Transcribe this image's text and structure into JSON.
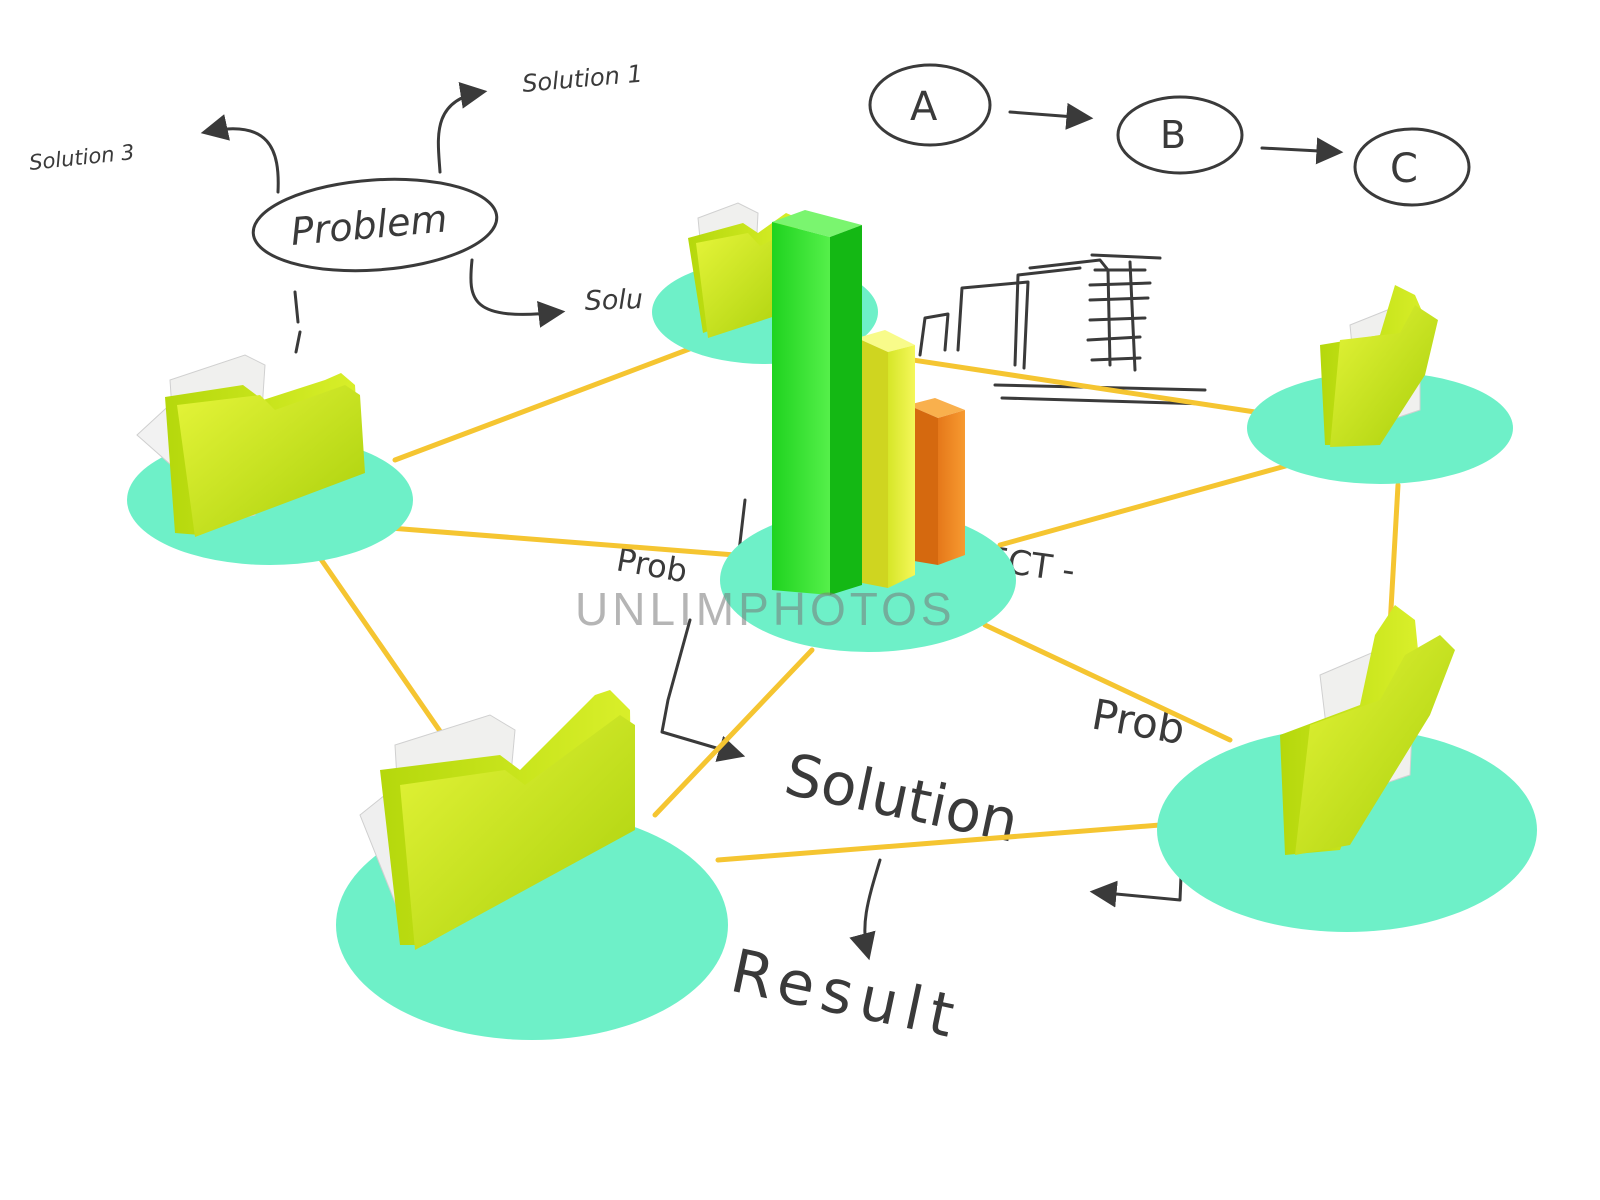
{
  "sketch": {
    "problem_bubble": "Problem",
    "solution_1": "Solution 1",
    "solution_3": "Solution 3",
    "solution_partial": "Solu",
    "abc": [
      "A",
      "B",
      "C"
    ],
    "fragment_problem_left": "Prob",
    "fragment_problem_right": "Prob",
    "fragment_project": "ECT -",
    "solution_main": "Solution",
    "result": "Result"
  },
  "watermark": "UNLIMPHOTOS",
  "colors": {
    "platform": "#6ef0c8",
    "connector": "#f5c531",
    "folder": "#c7e814",
    "bar_green": "#22e82a",
    "bar_yellow": "#e3f02a",
    "bar_orange": "#f28a1a",
    "ink": "#3a3a3a"
  },
  "icons": {
    "folder": "folder-icon",
    "bar_chart": "bar-chart-icon"
  }
}
